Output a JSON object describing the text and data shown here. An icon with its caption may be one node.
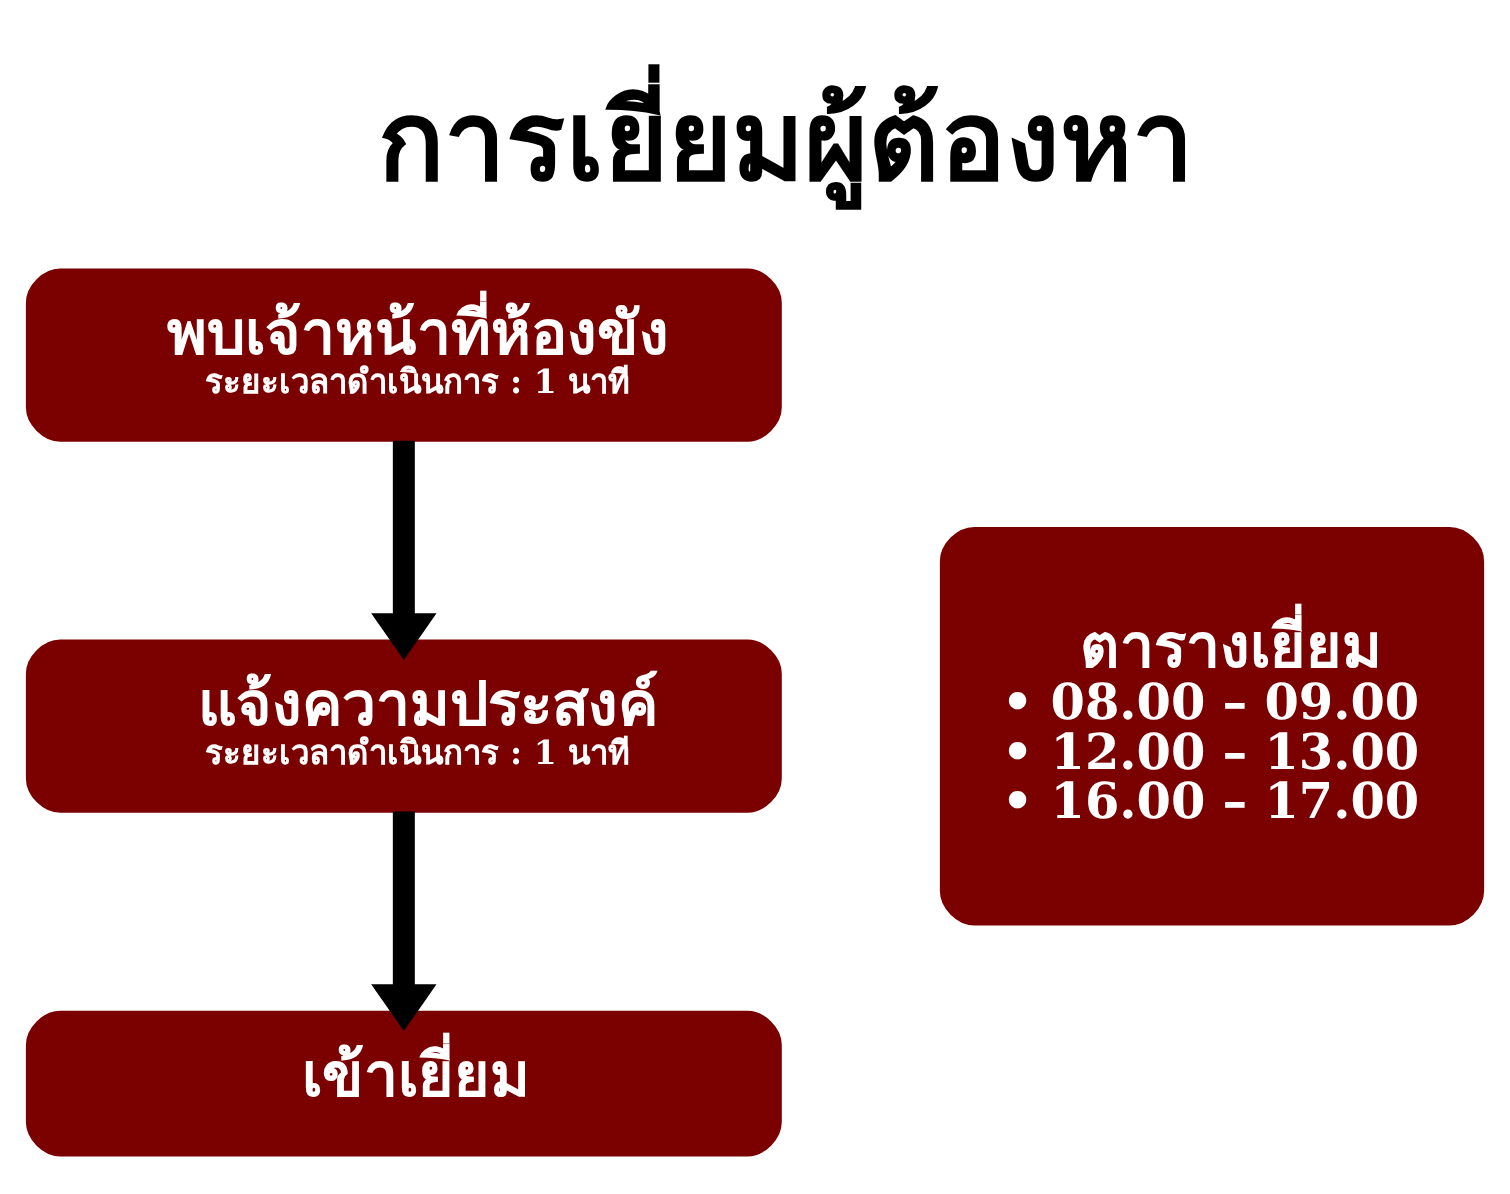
{
  "diagram": {
    "title": "การเยี่ยมผู้ต้องหา",
    "nodes": [
      {
        "text": [
          "พบเจ้าหน้าที่ห้องขัง",
          "ระยะเวลาดำเนินการ : 1 นาที"
        ]
      },
      {
        "text": [
          "แจ้งความประสงค์",
          "ระยะเวลาดำเนินการ : 1 นาที"
        ]
      },
      {
        "text": [
          "เข้าเยี่ยม"
        ]
      },
      {
        "text": [
          "ตารางเยี่ยม",
          "• 08.00 – 09.00",
          "• 12.00 – 13.00",
          "• 16.00 – 17.00"
        ]
      }
    ],
    "edges": [
      {
        "from": 0,
        "to": 1,
        "arrow": "to"
      },
      {
        "from": 1,
        "to": 2,
        "arrow": "to"
      }
    ]
  }
}
